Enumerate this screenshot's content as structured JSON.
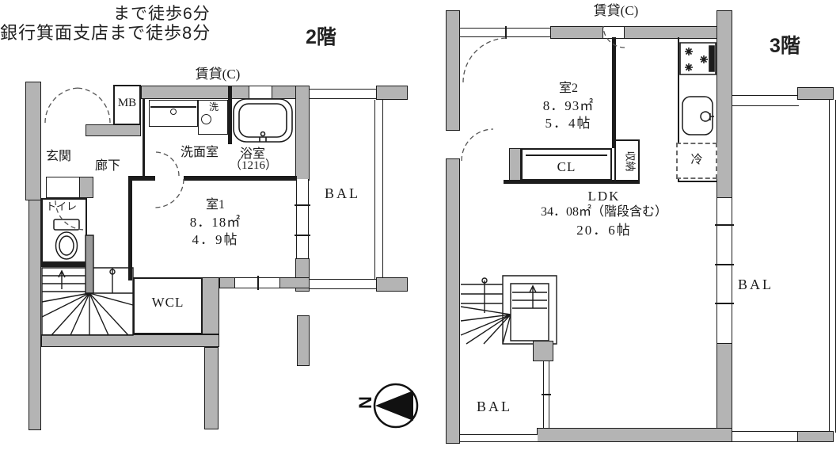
{
  "header": {
    "line1": "まで徒歩6分",
    "line2": "銀行箕面支店まで徒歩8分"
  },
  "floor2": {
    "title": "2階",
    "tenure": "賃貸(C)",
    "labels": {
      "mb": "MB",
      "genkan": "玄関",
      "rouka": "廊下",
      "senmenshitsu": "洗面室",
      "yokushitsu": "浴室",
      "yokushitsu_size": "（1216）",
      "wash": "洗",
      "toire": "トイレ",
      "wcl": "WCL",
      "bal": "BAL"
    },
    "room1": {
      "name": "室1",
      "area": "8．18㎡",
      "tatami": "4．9帖"
    }
  },
  "floor3": {
    "title": "3階",
    "tenure": "賃貸(C)",
    "labels": {
      "cl": "CL",
      "shunou": "収納",
      "rei": "冷",
      "bal_left": "BAL",
      "bal_right": "BAL"
    },
    "room2": {
      "name": "室2",
      "area": "8．93㎡",
      "tatami": "5．4帖"
    },
    "ldk": {
      "name": "LDK",
      "area": "34．08㎡（階段含む）",
      "tatami": "20．6帖"
    }
  },
  "compass": {
    "north": "N"
  },
  "colors": {
    "wall": "#b4b4b4",
    "line": "#1c1c1c",
    "background": "#ffffff"
  }
}
